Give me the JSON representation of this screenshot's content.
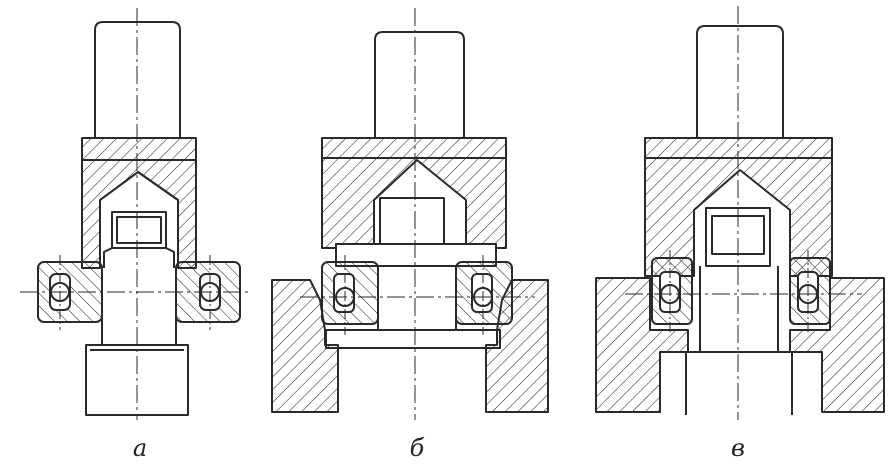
{
  "figure": {
    "labels": [
      "а",
      "б",
      "в"
    ]
  },
  "colors": {
    "ink": "#2a2a2a",
    "paper": "#ffffff"
  }
}
